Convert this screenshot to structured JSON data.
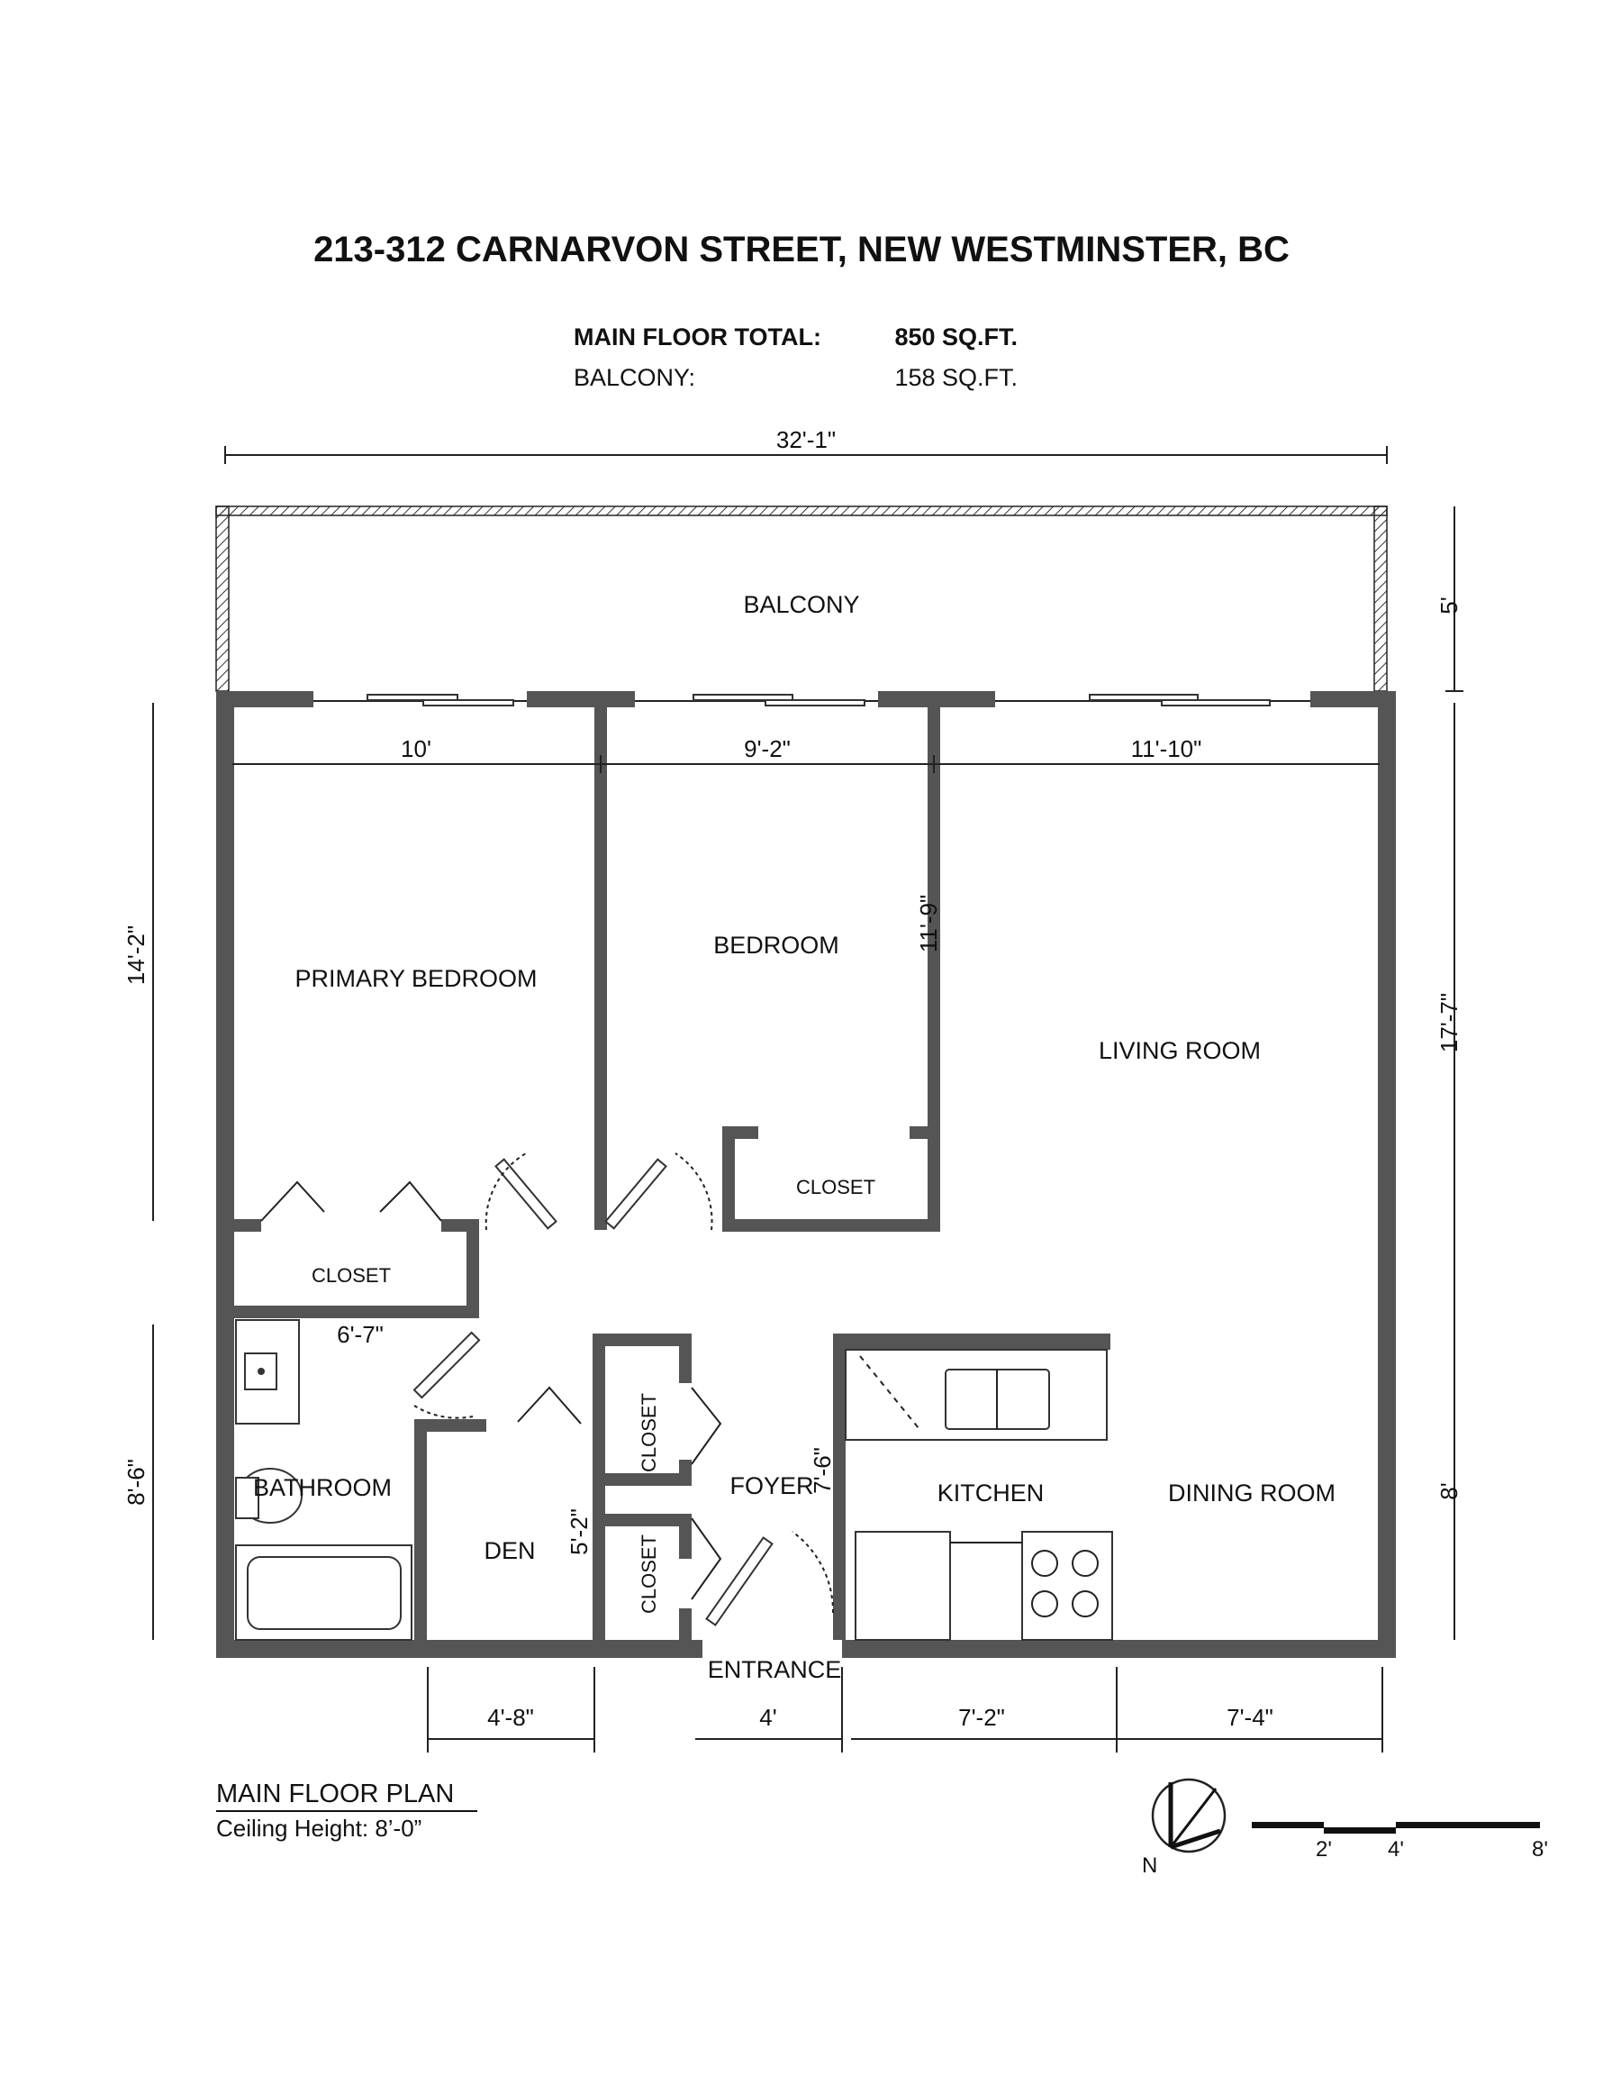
{
  "header": {
    "address": "213-312 CARNARVON STREET, NEW WESTMINSTER, BC",
    "main_floor_label": "MAIN FLOOR TOTAL:",
    "main_floor_value": "850 SQ.FT.",
    "balcony_label": "BALCONY:",
    "balcony_value": "158 SQ.FT."
  },
  "rooms": {
    "balcony": "BALCONY",
    "primary_bedroom": "PRIMARY BEDROOM",
    "bedroom": "BEDROOM",
    "living_room": "LIVING ROOM",
    "closet_primary": "CLOSET",
    "closet_bedroom": "CLOSET",
    "closet_foyer_upper": "CLOSET",
    "closet_foyer_lower": "CLOSET",
    "bathroom": "BATHROOM",
    "den": "DEN",
    "foyer": "FOYER",
    "kitchen": "KITCHEN",
    "dining_room": "DINING ROOM",
    "entrance": "ENTRANCE"
  },
  "dimensions": {
    "overall_width": "32'-1\"",
    "balcony_depth": "5'",
    "primary_bedroom_width": "10'",
    "bedroom_width": "9'-2\"",
    "living_room_width": "11'-10\"",
    "bedroom_depth": "11'-9\"",
    "left_upper": "14'-2\"",
    "left_lower": "8'-6\"",
    "right_upper": "17'-7\"",
    "right_lower": "8'",
    "bathroom_width": "6'-7\"",
    "den_depth": "5'-2\"",
    "kitchen_depth": "7'-6\"",
    "den_width": "4'-8\"",
    "entrance_width": "4'",
    "kitchen_width": "7'-2\"",
    "dining_width": "7'-4\""
  },
  "footer": {
    "plan_title": "MAIN FLOOR PLAN",
    "ceiling": "Ceiling Height: 8’-0”"
  },
  "compass": {
    "label": "N"
  },
  "scale": {
    "labels": [
      "2'",
      "4'",
      "8'"
    ]
  }
}
